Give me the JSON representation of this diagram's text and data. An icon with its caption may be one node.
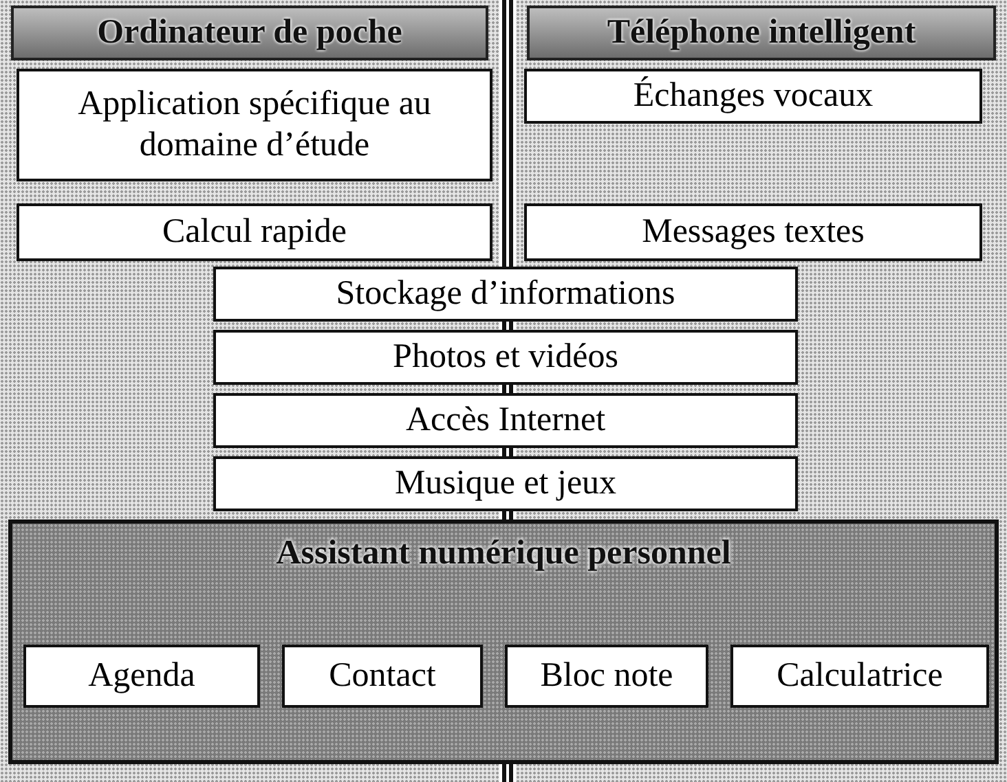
{
  "diagram": {
    "nodes": [
      {
        "text": [
          "Ordinateur de poche"
        ]
      },
      {
        "text": [
          "Téléphone intelligent"
        ]
      },
      {
        "text": [
          "Application spécifique au domaine d’étude"
        ],
        "in": 0
      },
      {
        "text": [
          "Échanges vocaux"
        ],
        "in": 1
      },
      {
        "text": [
          "Calcul rapide"
        ],
        "in": 0
      },
      {
        "text": [
          "Messages textes"
        ],
        "in": 1
      },
      {
        "text": [
          "Stockage d’informations"
        ]
      },
      {
        "text": [
          "Photos et vidéos"
        ]
      },
      {
        "text": [
          "Accès Internet"
        ]
      },
      {
        "text": [
          "Musique et jeux"
        ]
      },
      {
        "text": [
          "Assistant numérique personnel"
        ]
      },
      {
        "text": [
          "Agenda"
        ]
      },
      {
        "text": [
          "Contact"
        ]
      },
      {
        "text": [
          "Bloc note"
        ]
      },
      {
        "text": [
          "Calculatrice"
        ]
      }
    ]
  }
}
